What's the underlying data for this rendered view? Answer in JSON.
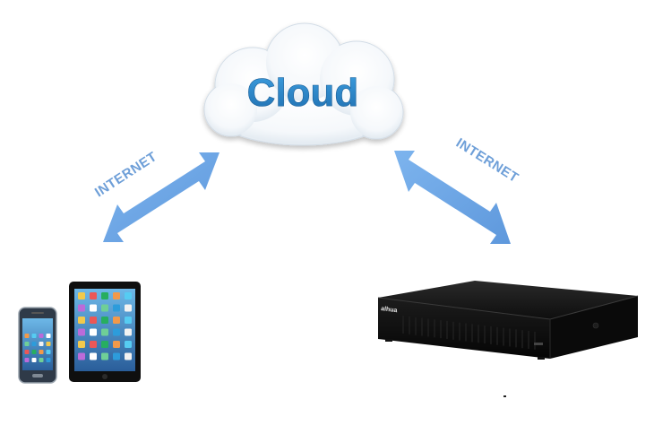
{
  "cloud": {
    "label": "Cloud"
  },
  "links": [
    {
      "label": "INTERNET"
    },
    {
      "label": "INTERNET"
    }
  ],
  "dvr": {
    "brand": "alhua"
  },
  "colors": {
    "arrow": "#6da7e6",
    "label": "#6e9fd8",
    "cloud_text": "#2a86c9",
    "dvr_body": "#141414"
  }
}
